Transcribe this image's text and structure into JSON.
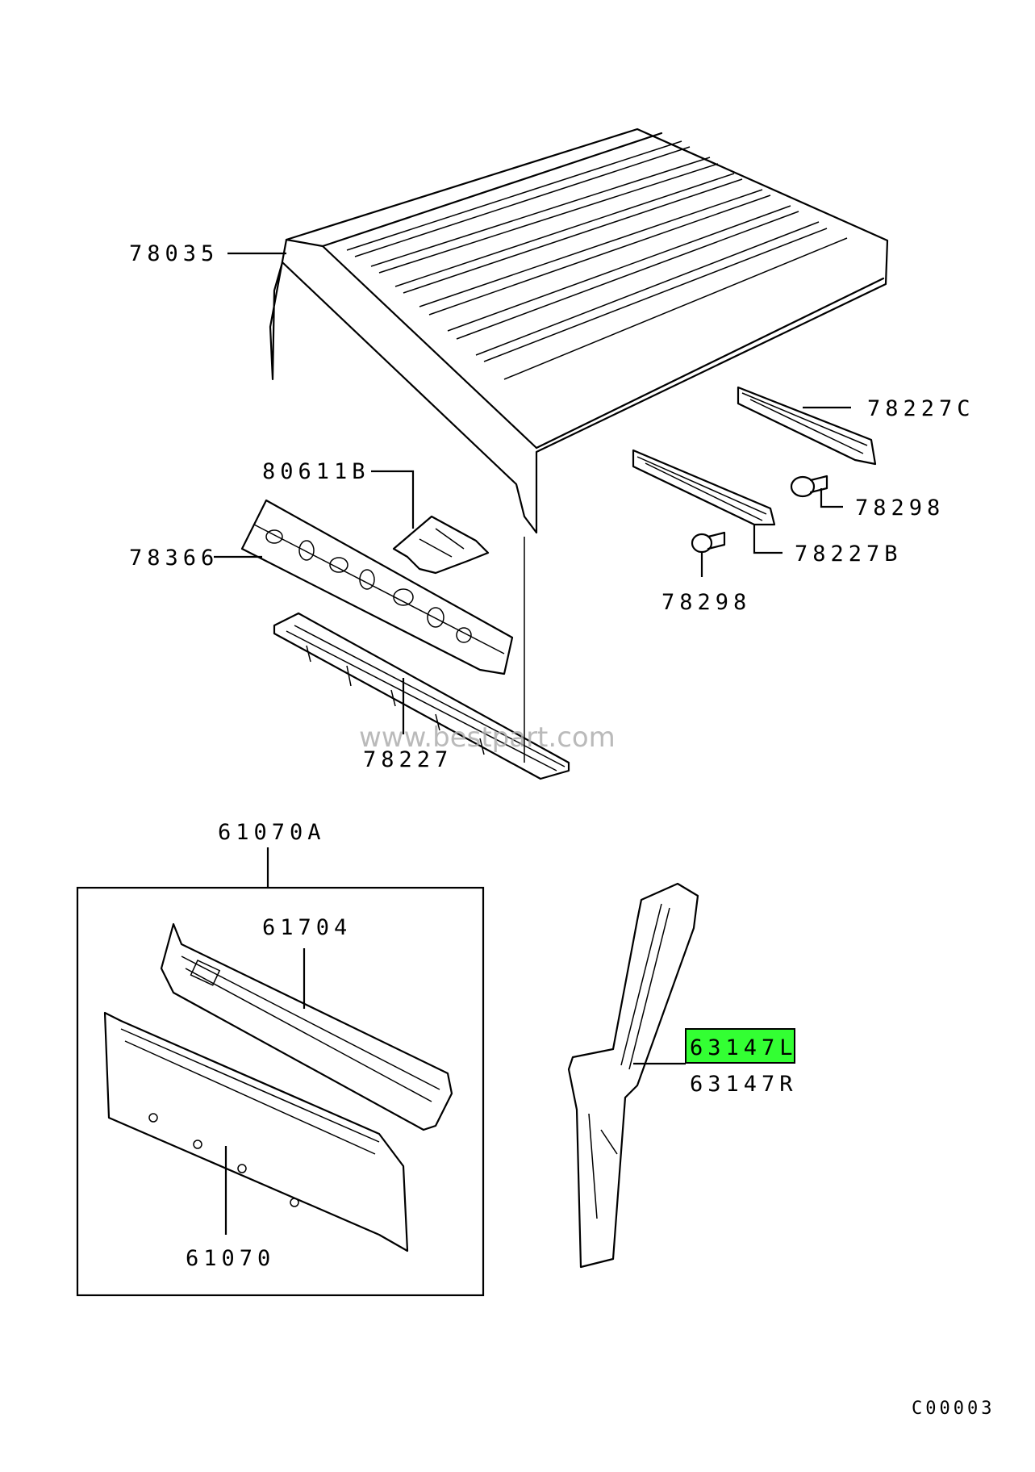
{
  "watermark": "www.bestpart.com",
  "diagram_code": "C00003",
  "group_label": "61070A",
  "highlight_color": "#33ff33",
  "parts": {
    "roof_panel": "78035",
    "bracket": "80611B",
    "front_header": "78366",
    "front_bow": "78227",
    "bow_b": "78227B",
    "bow_c": "78227C",
    "bolt_a": "78298",
    "bolt_b": "78298",
    "cowl_panel": "61704",
    "dash_panel": "61070",
    "pillar_left": "63147L",
    "pillar_right": "63147R"
  }
}
